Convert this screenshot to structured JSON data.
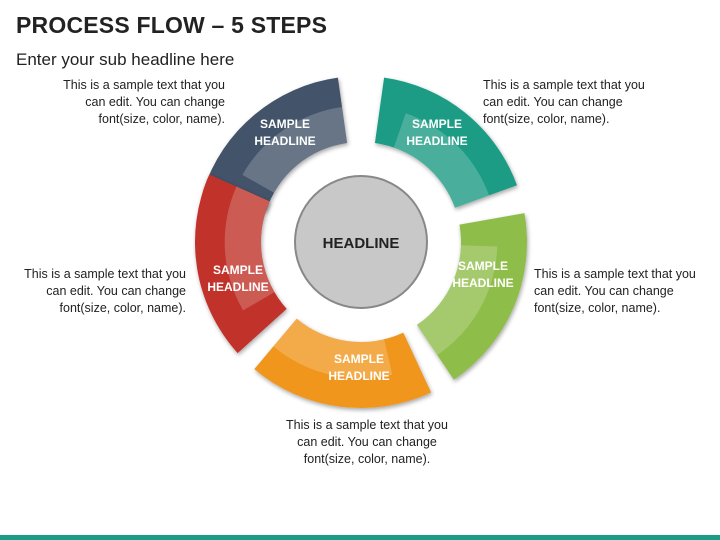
{
  "header": {
    "title": "PROCESS FLOW – 5 STEPS",
    "subtitle": "Enter your sub headline here"
  },
  "center": {
    "label": "HEADLINE",
    "color": "#c8c8c8"
  },
  "steps": [
    {
      "line1": "SAMPLE",
      "line2": "HEADLINE",
      "color": "#42526b",
      "desc": [
        "This is a sample text that you",
        "can edit. You can change",
        "font(size, color, name)."
      ]
    },
    {
      "line1": "SAMPLE",
      "line2": "HEADLINE",
      "color": "#1b9c84",
      "desc": [
        "This is a sample text that you",
        "can edit. You can change",
        "font(size, color, name)."
      ]
    },
    {
      "line1": "SAMPLE",
      "line2": "HEADLINE",
      "color": "#8fbd4a",
      "desc": [
        "This is a sample text that you",
        "can edit. You can change",
        "font(size, color, name)."
      ]
    },
    {
      "line1": "SAMPLE",
      "line2": "HEADLINE",
      "color": "#f0961f",
      "desc": [
        "This is a sample text that you",
        "can edit. You can change",
        "font(size, color, name)."
      ]
    },
    {
      "line1": "SAMPLE",
      "line2": "HEADLINE",
      "color": "#c0312b",
      "desc": [
        "This is a sample text that you",
        "can edit. You can change",
        "font(size, color, name)."
      ]
    }
  ],
  "footer": {
    "color": "#1b9c84"
  }
}
